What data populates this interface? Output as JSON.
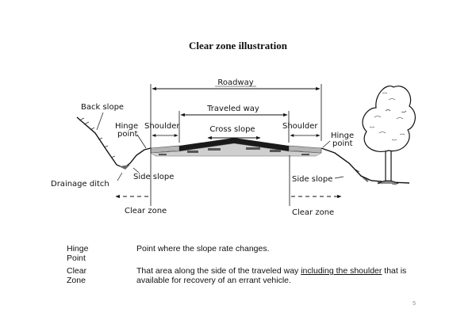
{
  "title": "Clear zone illustration",
  "labels": {
    "roadway": "Roadway",
    "traveled_way": "Traveled way",
    "back_slope": "Back slope",
    "hinge_left_1": "Hinge",
    "hinge_left_2": "point",
    "shoulder_left": "Shoulder",
    "cross_slope": "Cross slope",
    "shoulder_right": "Shoulder",
    "hinge_right_1": "Hinge",
    "hinge_right_2": "point",
    "drainage_ditch": "Drainage ditch",
    "side_slope_left": "Side slope",
    "side_slope_right": "Side slope",
    "clear_zone_left": "Clear zone",
    "clear_zone_right": "Clear zone"
  },
  "definitions": [
    {
      "term": "Hinge Point",
      "text": "Point where the slope rate changes."
    },
    {
      "term": "Clear Zone",
      "text_before": "That area along the side of the traveled way ",
      "text_underlined": "including the shoulder",
      "text_after": " that is available for recovery of an errant vehicle."
    }
  ],
  "page_number": "5",
  "colors": {
    "pavement": "#1a1a1a",
    "shoulder": "#b5b5b5",
    "line": "#111111"
  }
}
